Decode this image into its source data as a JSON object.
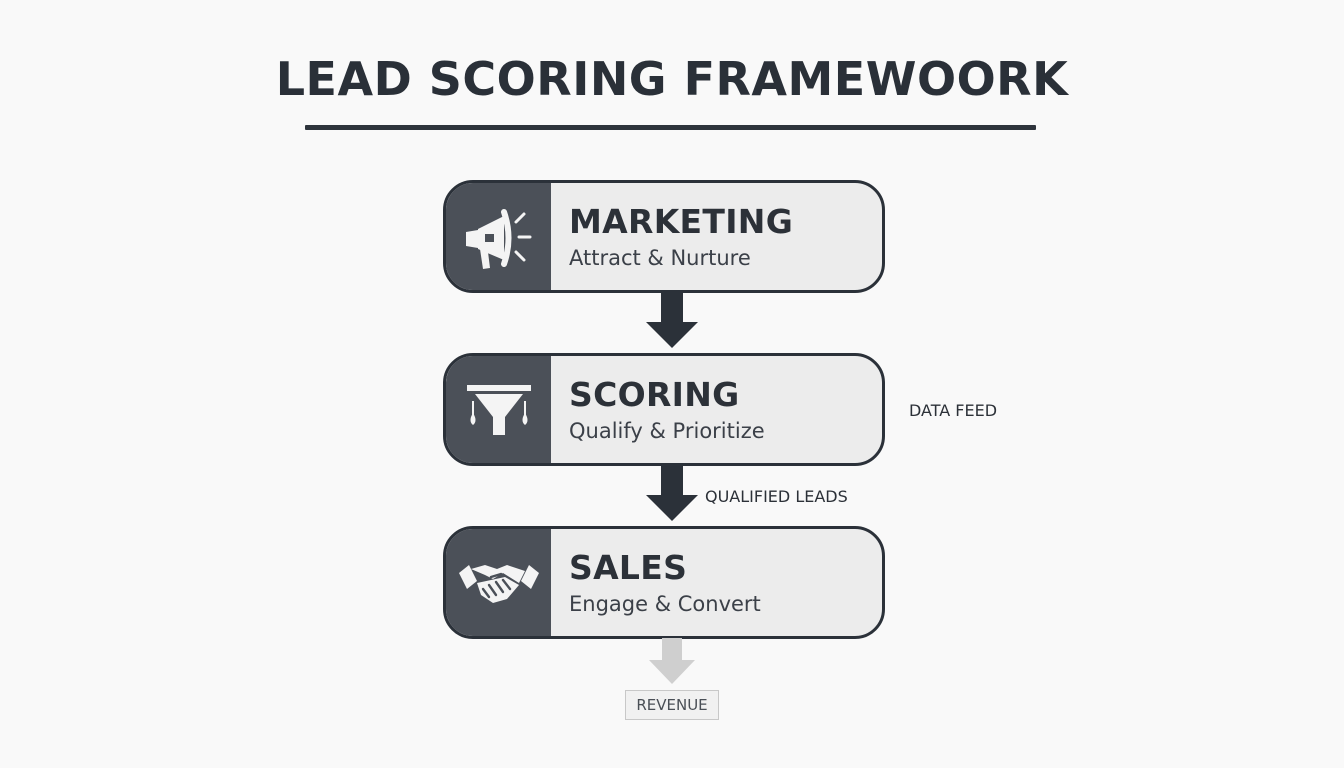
{
  "title": "LEAD SCORING FRAMEWOORK",
  "stages": [
    {
      "name": "MARKETING",
      "description": "Attract & Nurture",
      "icon": "megaphone-icon"
    },
    {
      "name": "SCORING",
      "description": "Qualify & Prioritize",
      "icon": "funnel-icon"
    },
    {
      "name": "SALES",
      "description": "Engage & Convert",
      "icon": "handshake-icon"
    }
  ],
  "labels": {
    "data_feed": "DATA FEED",
    "qualified_leads": "QUALIFIED LEADS",
    "revenue": "REVENUE"
  },
  "colors": {
    "dark": "#2b3139",
    "icon_panel": "#4b5058",
    "card": "#ececec",
    "faded_arrow": "#cfcfcf"
  }
}
